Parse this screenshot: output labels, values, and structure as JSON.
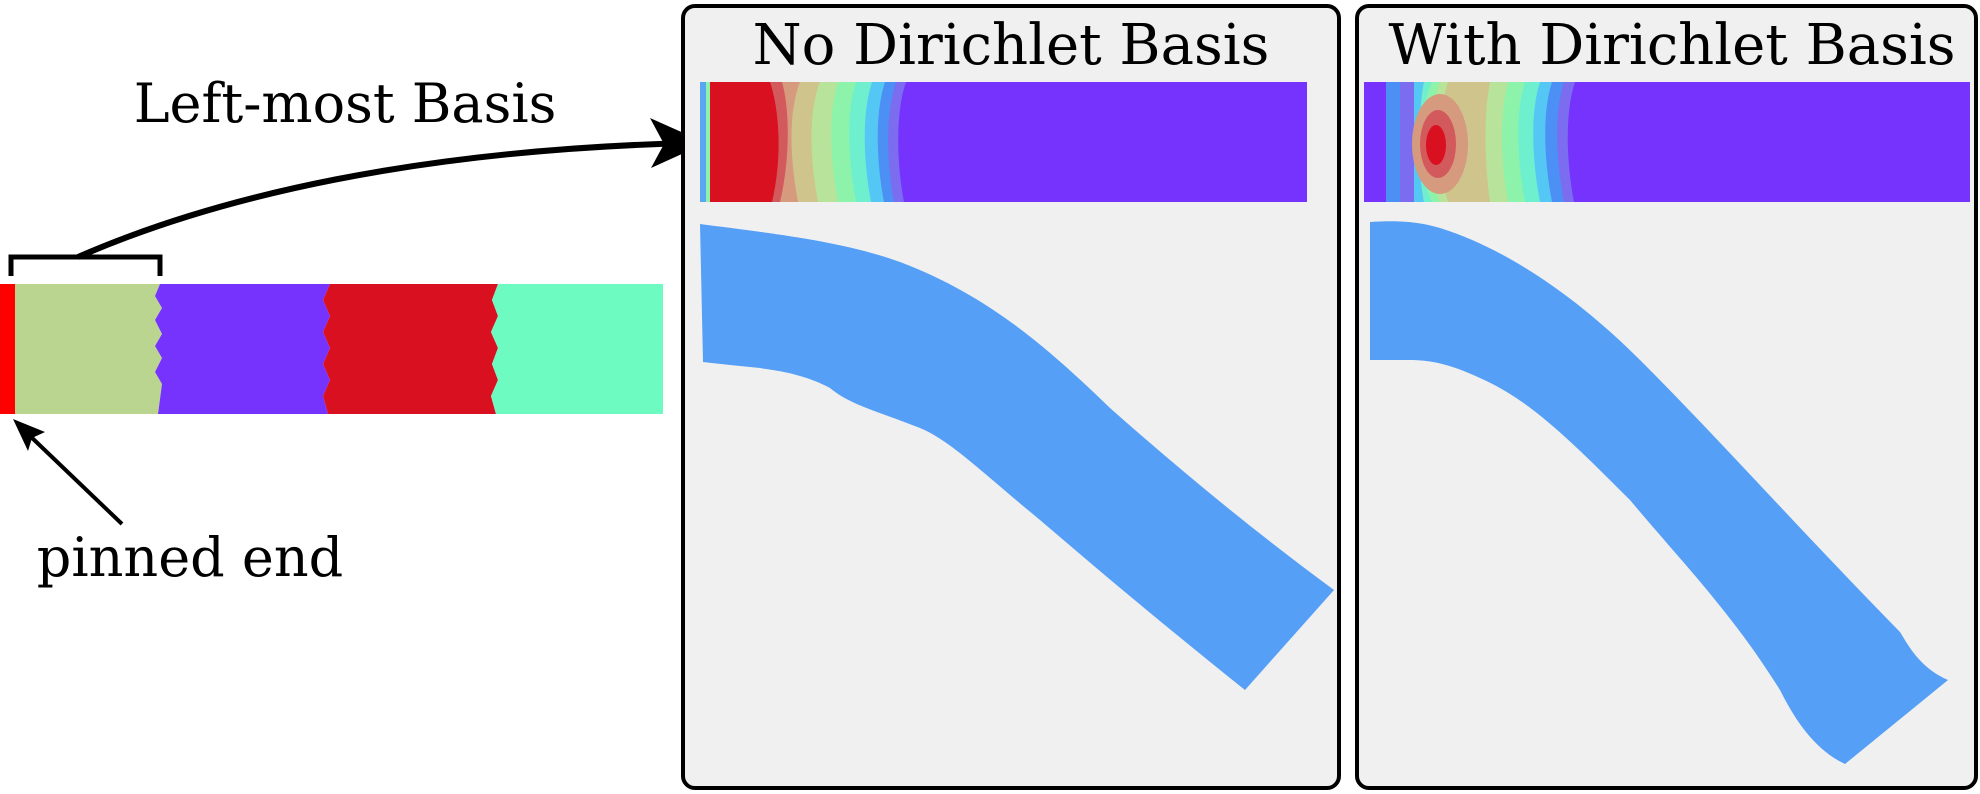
{
  "labels": {
    "leftmost_basis": "Left-most Basis",
    "pinned_end": "pinned end"
  },
  "panels": [
    {
      "title": "No Dirichlet Basis"
    },
    {
      "title": "With Dirichlet Basis"
    }
  ],
  "colors": {
    "pinned": "#ff0000",
    "segment_green": "#b9d58f",
    "segment_violet": "#7533fd",
    "segment_red": "#d9101f",
    "segment_aqua": "#6dfbc2",
    "deformed_beam": "#559ff7",
    "panel_bg": "#f0f0f0"
  }
}
